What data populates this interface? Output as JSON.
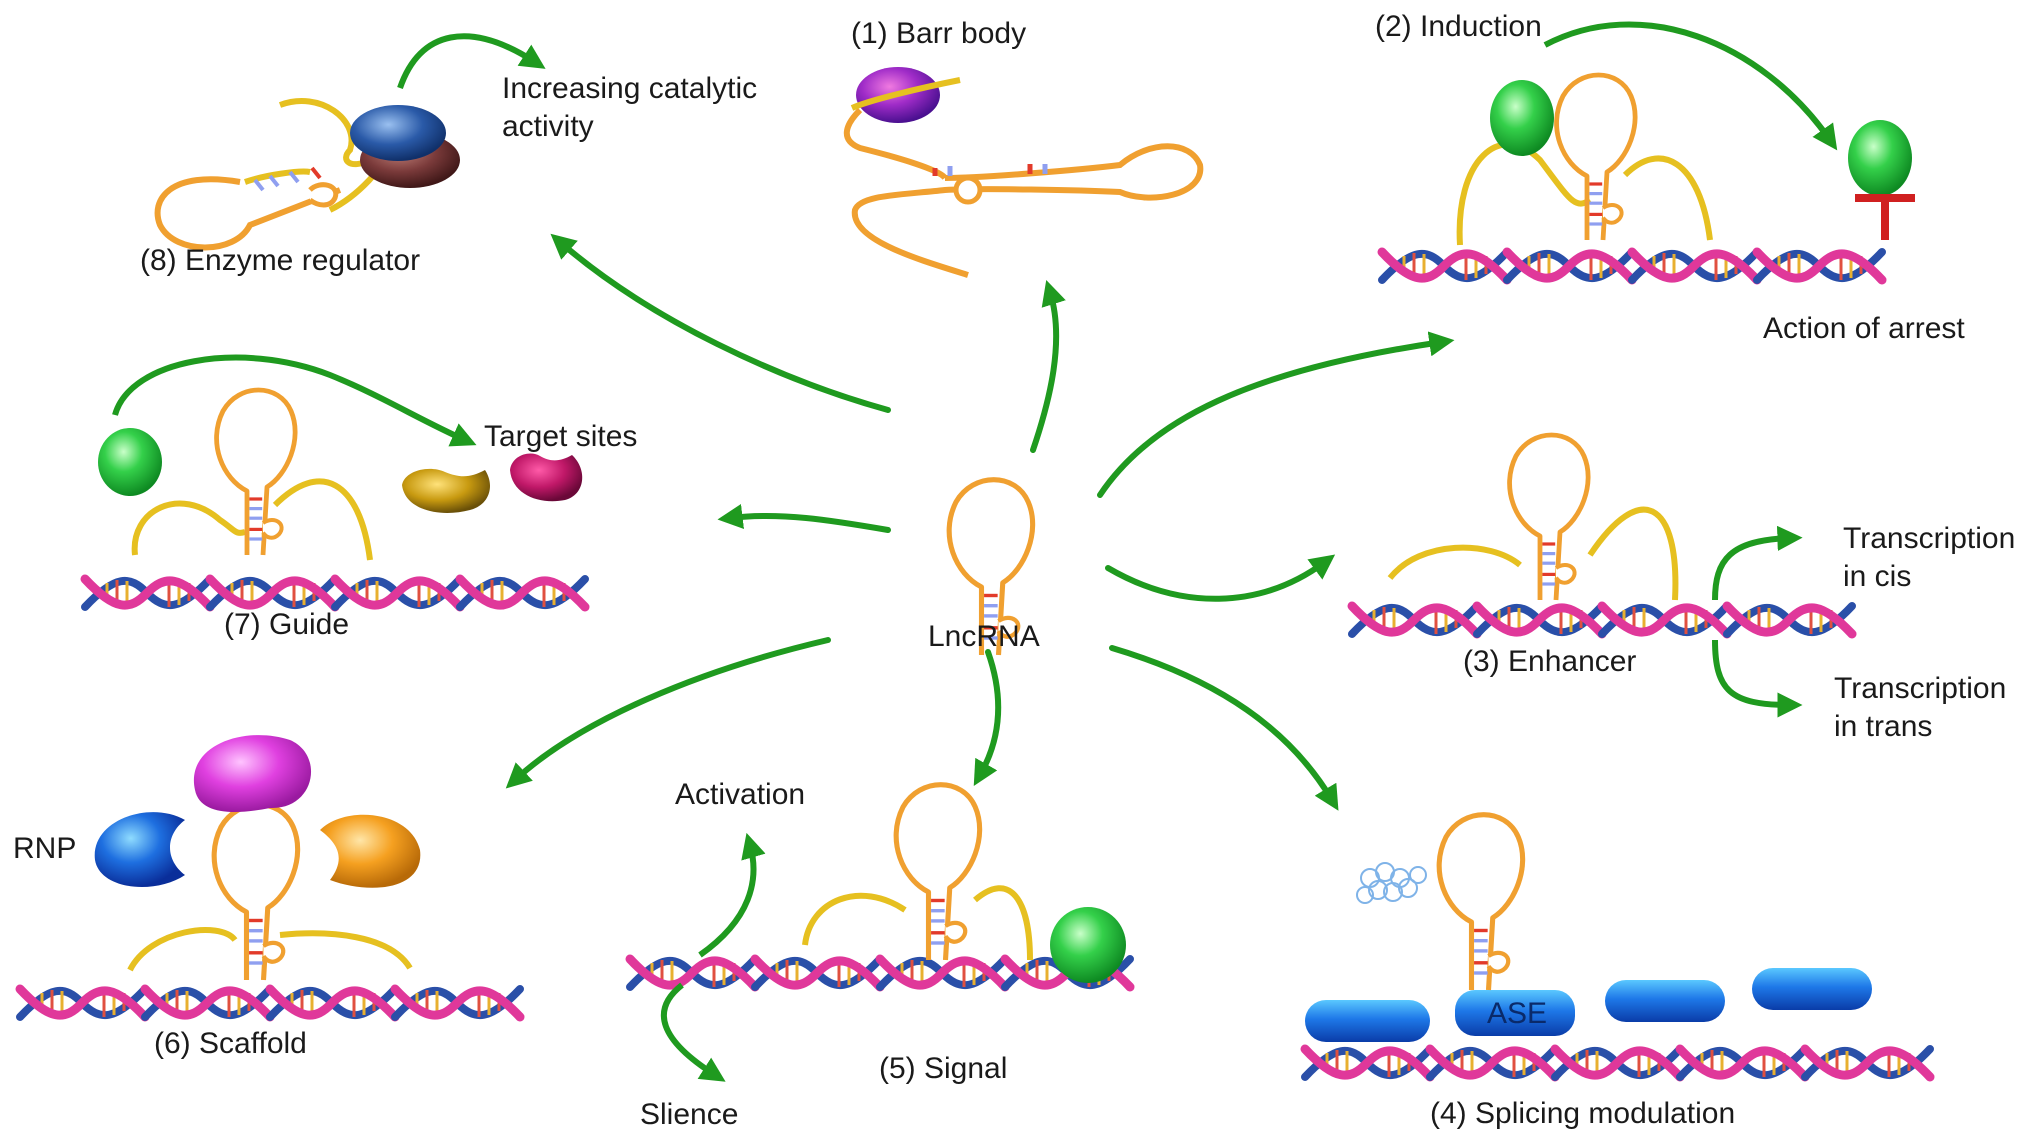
{
  "center": {
    "label": "LncRNA"
  },
  "panels": [
    {
      "id": "barr",
      "title": "(1) Barr body"
    },
    {
      "id": "induction",
      "title": "(2) Induction",
      "note": "Action of arrest"
    },
    {
      "id": "enhancer",
      "title": "(3) Enhancer",
      "outputs": [
        "Transcription in cis",
        "Transcription in trans"
      ]
    },
    {
      "id": "splicing",
      "title": "(4) Splicing modulation",
      "box_label": "ASE"
    },
    {
      "id": "signal",
      "title": "(5) Signal",
      "up": "Activation",
      "down": "Slience"
    },
    {
      "id": "scaffold",
      "title": "(6) Scaffold",
      "side": "RNP"
    },
    {
      "id": "guide",
      "title": "(7) Guide",
      "note": "Target sites"
    },
    {
      "id": "enzyme",
      "title": "(8) Enzyme regulator",
      "note": "Increasing catalytic activity"
    }
  ],
  "colors": {
    "arrow": "#1f9a1f",
    "rna_stem": "#f0a030",
    "rna_arm": "#e6c020",
    "dna_pink": "#e0389a",
    "dna_blue": "#2a4fa8",
    "green_protein": "#34d04a",
    "magenta_protein": "#e040e0",
    "orange_protein": "#f5a020",
    "blue_protein": "#1e6fe0",
    "arrest_bar": "#d02020"
  }
}
